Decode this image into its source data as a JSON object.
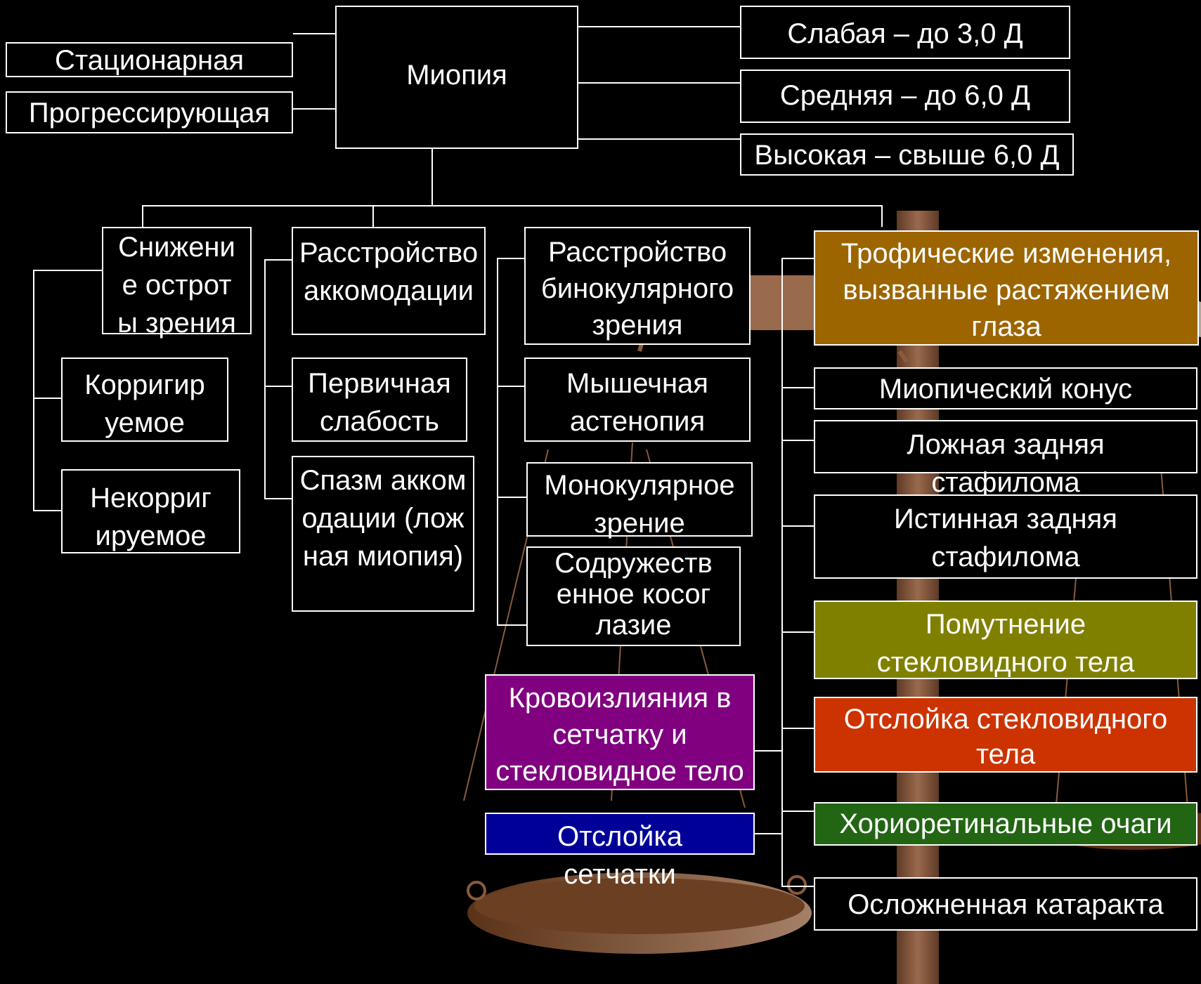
{
  "root": "Миопия",
  "course": [
    "Стационарная",
    "Прогрессирующая"
  ],
  "degrees": [
    "Слабая – до 3,0 Д",
    "Средняя – до 6,0 Д",
    "Высокая – свыше 6,0 Д"
  ],
  "branches": {
    "acuity": {
      "title": "Снижение остроты зрения",
      "items": [
        "Корригируемое",
        "Некорригируемое"
      ]
    },
    "accommodation": {
      "title": "Расстройство аккомодации",
      "items": [
        "Первичная слабость",
        "Спазм аккомодации (ложная миопия)"
      ]
    },
    "binocular": {
      "title": "Расстройство бинокулярного зрения",
      "items": [
        "Мышечная астенопия",
        "Монокулярное зрение",
        "Содружественное косоглазие"
      ]
    },
    "trophic": {
      "title": "Трофические изменения, вызванные растяжением глаза",
      "items": [
        "Миопический конус",
        "Ложная задняя стафилома",
        "Истинная задняя стафилома",
        "Помутнение стекловидного тела",
        "Отслойка стекловидного тела",
        "Хориоретинальные очаги",
        "Осложненная катаракта"
      ],
      "left_items": [
        "Кровоизлияния в сетчатку и стекловидное тело",
        "Отслойка сетчатки"
      ]
    }
  },
  "colors": {
    "background": "#000000",
    "trophic_title": "#9c6500",
    "vitreous_opacity": "#808000",
    "vitreous_detachment": "#cc3300",
    "chorioretinal": "#226614",
    "hemorrhage": "#800080",
    "retinal_detachment": "#000099",
    "scale_figure": "#8b5a3c"
  }
}
